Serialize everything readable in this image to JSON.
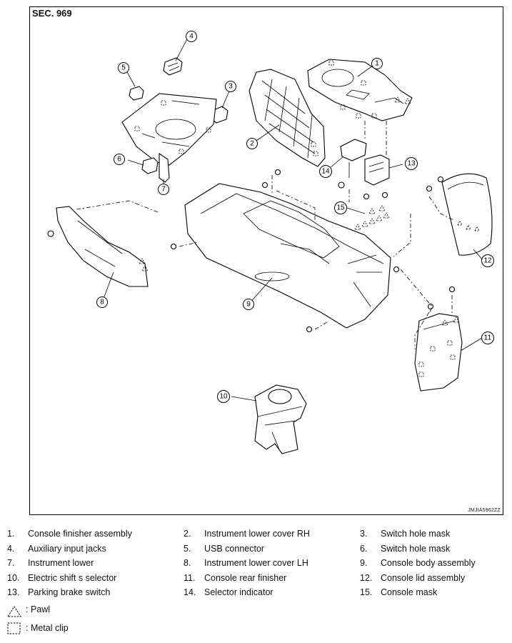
{
  "header": {
    "section": "SEC. 969",
    "figure_code": "JMJIA5962ZZ"
  },
  "callouts": [
    "1",
    "2",
    "3",
    "4",
    "5",
    "6",
    "7",
    "8",
    "9",
    "10",
    "11",
    "12",
    "13",
    "14",
    "15"
  ],
  "parts": [
    {
      "num": "1.",
      "name": "Console finisher assembly"
    },
    {
      "num": "2.",
      "name": "Instrument lower cover RH"
    },
    {
      "num": "3.",
      "name": "Switch hole mask"
    },
    {
      "num": "4.",
      "name": "Auxiliary input jacks"
    },
    {
      "num": "5.",
      "name": "USB connector"
    },
    {
      "num": "6.",
      "name": "Switch hole mask"
    },
    {
      "num": "7.",
      "name": "Instrument lower"
    },
    {
      "num": "8.",
      "name": "Instrument lower cover LH"
    },
    {
      "num": "9.",
      "name": "Console body assembly"
    },
    {
      "num": "10.",
      "name": "Electric shift s selector"
    },
    {
      "num": "11.",
      "name": "Console rear finisher"
    },
    {
      "num": "12.",
      "name": "Console lid assembly"
    },
    {
      "num": "13.",
      "name": "Parking brake switch"
    },
    {
      "num": "14.",
      "name": "Selector indicator"
    },
    {
      "num": "15.",
      "name": "Console mask"
    }
  ],
  "symbols": [
    {
      "icon": "pawl-triangle-icon",
      "label": ": Pawl"
    },
    {
      "icon": "metal-clip-square-icon",
      "label": ": Metal clip"
    }
  ]
}
